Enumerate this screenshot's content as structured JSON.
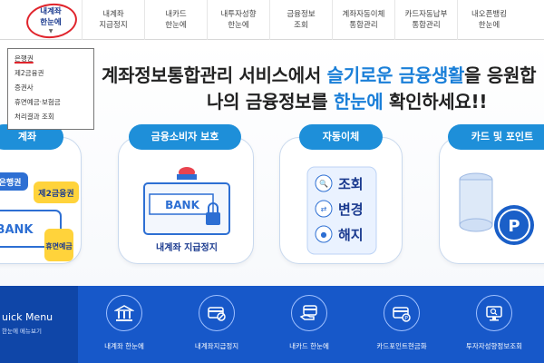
{
  "topnav": {
    "items": [
      {
        "line1": "내계좌",
        "line2": "한눈에",
        "active": true
      },
      {
        "line1": "내계좌",
        "line2": "지급정지"
      },
      {
        "line1": "내카드",
        "line2": "한눈에"
      },
      {
        "line1": "내투자성향",
        "line2": "한눈에"
      },
      {
        "line1": "금융정보",
        "line2": "조회"
      },
      {
        "line1": "계좌자동이체",
        "line2": "통합관리"
      },
      {
        "line1": "카드자동납부",
        "line2": "통합관리"
      },
      {
        "line1": "내오픈뱅킹",
        "line2": "한눈에"
      }
    ]
  },
  "dropdown": {
    "items": [
      "은행권",
      "제2금융권",
      "증권사",
      "휴면예금·보험금",
      "처리결과 조회"
    ]
  },
  "hero": {
    "line1_pre": "계좌정보통합관리 서비스에서 ",
    "line1_hl": "슬기로운 금융생활",
    "line1_post": "을 응원합",
    "line2_pre": "나의 금융정보를 ",
    "line2_hl": "한눈에",
    "line2_post": " 확인하세요!!"
  },
  "cards": {
    "c1": {
      "pill": "계좌",
      "tags": [
        "은행권",
        "제2금융권",
        "휴면예금"
      ],
      "bank": "BANK"
    },
    "c2": {
      "pill": "금융소비자 보호",
      "bank": "BANK",
      "caption": "내계좌 지급정지"
    },
    "c3": {
      "pill": "자동이체",
      "actions": [
        "조회",
        "변경",
        "해지"
      ]
    },
    "c4": {
      "pill": "카드 및 포인트",
      "coin": "P"
    }
  },
  "carousel": {
    "pause": "❚❚",
    "play": "▶"
  },
  "quick_menu": {
    "title": "uick Menu",
    "subtitle": "한눈에 메뉴보기",
    "items": [
      {
        "label": "내계좌 한눈에",
        "icon": "bank-icon"
      },
      {
        "label": "내계좌지급정지",
        "icon": "card-stop-icon"
      },
      {
        "label": "내카드 한눈에",
        "icon": "card-hand-icon"
      },
      {
        "label": "카드포인트현금화",
        "icon": "card-point-icon"
      },
      {
        "label": "투자자성향정보조회",
        "icon": "monitor-icon"
      }
    ]
  },
  "colors": {
    "brand": "#1758c9",
    "accent": "#1a7fd8",
    "highlight": "#e0242c"
  }
}
